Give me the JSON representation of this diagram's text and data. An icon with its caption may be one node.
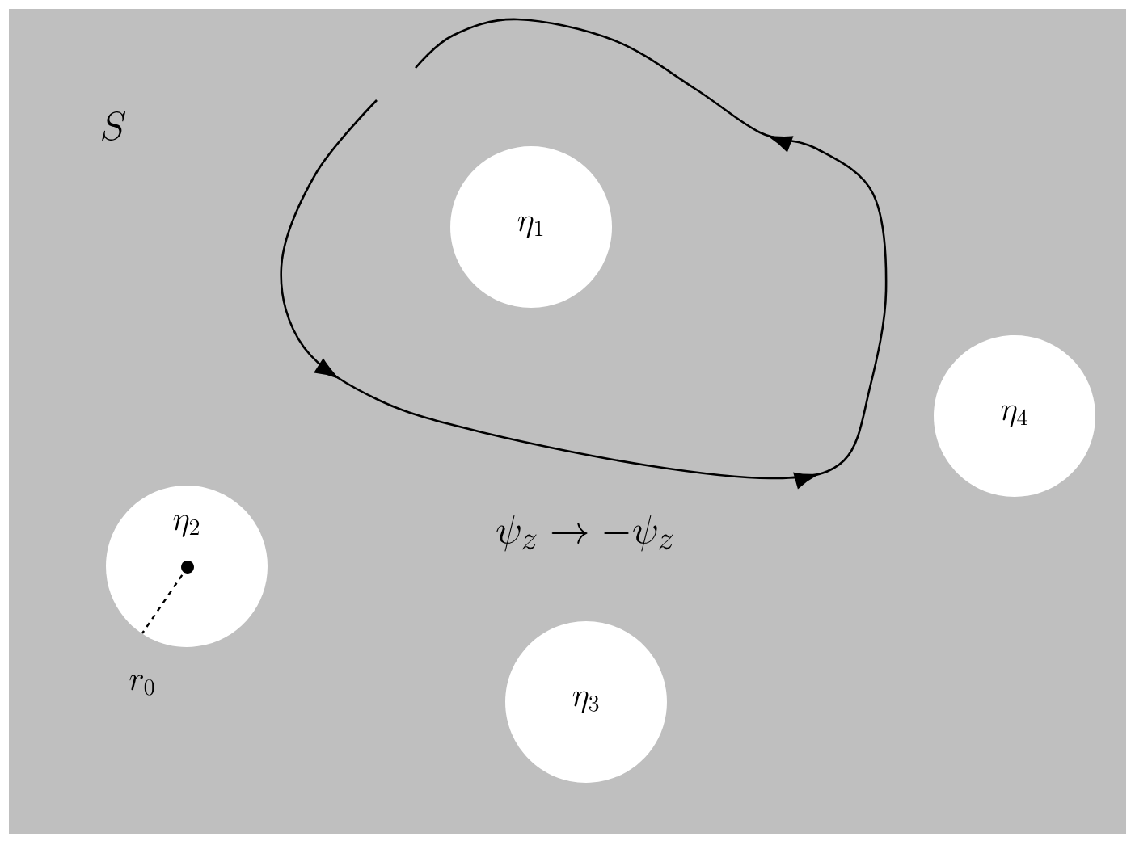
{
  "diagram": {
    "nodes": [
      {
        "text": [
          "S"
        ]
      },
      {
        "text": [
          "\\eta_1"
        ],
        "in": 0
      },
      {
        "text": [
          "\\eta_2"
        ],
        "in": 0
      },
      {
        "text": [
          "\\eta_3"
        ],
        "in": 0
      },
      {
        "text": [
          "\\eta_4"
        ],
        "in": 0
      }
    ],
    "labels": [
      "\\psi_z \\to -\\psi_z",
      "r_0"
    ]
  }
}
